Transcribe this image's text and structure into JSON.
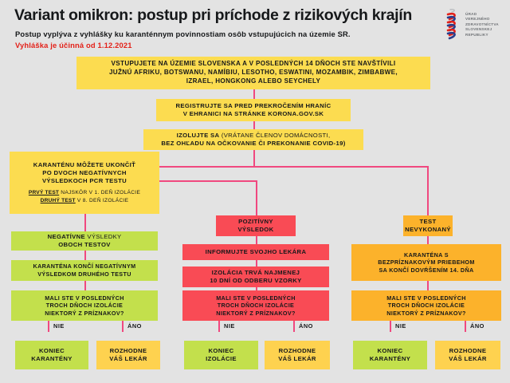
{
  "header": {
    "title": "Variant omikron: postup pri príchode z rizikových krajín",
    "subtitle": "Postup vyplýva z vyhlášky ku karanténnym povinnostiam osôb vstupujúcich na územie SR.",
    "effective": "Vyhláška je účinná od 1.12.2021"
  },
  "logo": {
    "line1": "ÚRAD",
    "line2": "VEREJNÉHO",
    "line3": "ZDRAVOTNÍCTVA",
    "line4": "SLOVENSKEJ",
    "line5": "REPUBLIKY",
    "mark_icon": "wave-stripes-icon"
  },
  "flow": {
    "entry": {
      "line1": "VSTUPUJETE NA ÚZEMIE SLOVENSKA A V POSLEDNÝCH 14 DŇOCH STE NAVŠTÍVILI",
      "line2": "JUŽNÚ AFRIKU, BOTSWANU, NAMÍBIU, LESOTHO, ESWATINI, MOZAMBIK, ZIMBABWE,",
      "line3": "IZRAEL, HONGKONG ALEBO SEYCHELY",
      "color": "#fcdc50"
    },
    "register": {
      "line1": "REGISTRUJTE SA PRED PREKROČENÍM HRANÍC",
      "line2": "V EHRANICI NA STRÁNKE KORONA.GOV.SK",
      "color": "#fcdc50"
    },
    "isolate": {
      "line1_strong": "IZOLUJTE SA",
      "line1_rest": " (VRÁTANE ČLENOV DOMÁCNOSTI,",
      "line2": "BEZ OHĽADU NA OČKOVANIE ČI PREKONANIE COVID-19)",
      "color": "#fcdc50"
    },
    "quarantine_end": {
      "line1": "KARANTÉNU MÔŽETE UKONČIŤ",
      "line2": "PO DVOCH NEGATÍVNYCH",
      "line3": "VÝSLEDKOCH PCR TESTU",
      "note1_label": "PRVÝ TEST",
      "note1_rest": " NAJSKÔR V 1. DEŇ IZOLÁCIE",
      "note2_label": "DRUHÝ TEST",
      "note2_rest": " V 8. DEŇ IZOLÁCIE",
      "color": "#fcdc50"
    }
  },
  "branches": [
    {
      "id": "negative",
      "head": {
        "strong": "NEGATÍVNE",
        "rest": " VÝSLEDKY",
        "line2": "OBOCH TESTOV",
        "color": "#c3e04c"
      },
      "steps": [
        {
          "line1": "KARANTÉNA KONČÍ NEGATÍVNYM",
          "line2": "VÝSLEDKOM DRUHÉHO TESTU",
          "color": "#c3e04c"
        }
      ],
      "question": {
        "line1": "MALI STE V POSLEDNÝCH",
        "line2": "TROCH DŇOCH IZOLÁCIE",
        "line3": "NIEKTORÝ Z PRÍZNAKOV?",
        "color": "#c3e04c"
      },
      "no_label": "NIE",
      "yes_label": "ÁNO",
      "no_outcome": {
        "line1": "KONIEC",
        "line2": "KARANTÉNY",
        "color": "#c3e04c"
      },
      "yes_outcome": {
        "line1": "ROZHODNE",
        "line2": "VÁŠ LEKÁR",
        "color": "#fed24f"
      }
    },
    {
      "id": "positive",
      "head": {
        "strong": "POZITÍVNY",
        "rest": "",
        "line2": "VÝSLEDOK",
        "color": "#f94b55"
      },
      "steps": [
        {
          "line1": "INFORMUJTE SVOJHO LEKÁRA",
          "line2": "",
          "color": "#f94b55"
        },
        {
          "line1": "IZOLÁCIA TRVÁ NAJMENEJ",
          "line2": "10 DNÍ OD ODBERU VZORKY",
          "color": "#f94b55"
        }
      ],
      "question": {
        "line1": "MALI STE V POSLEDNÝCH",
        "line2": "TROCH DŇOCH IZOLÁCIE",
        "line3": "NIEKTORÝ Z PRÍZNAKOV?",
        "color": "#f94b55"
      },
      "no_label": "NIE",
      "yes_label": "ÁNO",
      "no_outcome": {
        "line1": "KONIEC",
        "line2": "IZOLÁCIE",
        "color": "#c3e04c"
      },
      "yes_outcome": {
        "line1": "ROZHODNE",
        "line2": "VÁŠ LEKÁR",
        "color": "#fed24f"
      }
    },
    {
      "id": "no-test",
      "head": {
        "strong": "TEST",
        "rest": "",
        "line2": "NEVYKONANÝ",
        "color": "#fcb22b"
      },
      "steps": [
        {
          "line1": "KARANTÉNA S",
          "line2": "BEZPRÍZNAKOVÝM PRIEBEHOM",
          "line3": "SA KONČÍ DOVŔŠENÍM 14. DŇA",
          "color": "#fcb22b"
        }
      ],
      "question": {
        "line1": "MALI STE V POSLEDNÝCH",
        "line2": "TROCH DŇOCH IZOLÁCIE",
        "line3": "NIEKTORÝ Z PRÍZNAKOV?",
        "color": "#fcb22b"
      },
      "no_label": "NIE",
      "yes_label": "ÁNO",
      "no_outcome": {
        "line1": "KONIEC",
        "line2": "KARANTÉNY",
        "color": "#c3e04c"
      },
      "yes_outcome": {
        "line1": "ROZHODNE",
        "line2": "VÁŠ LEKÁR",
        "color": "#fed24f"
      }
    }
  ],
  "palette": {
    "background": "#e3e3e3",
    "connector": "#f0487f",
    "accent_red": "#e32119",
    "text": "#16181a"
  }
}
